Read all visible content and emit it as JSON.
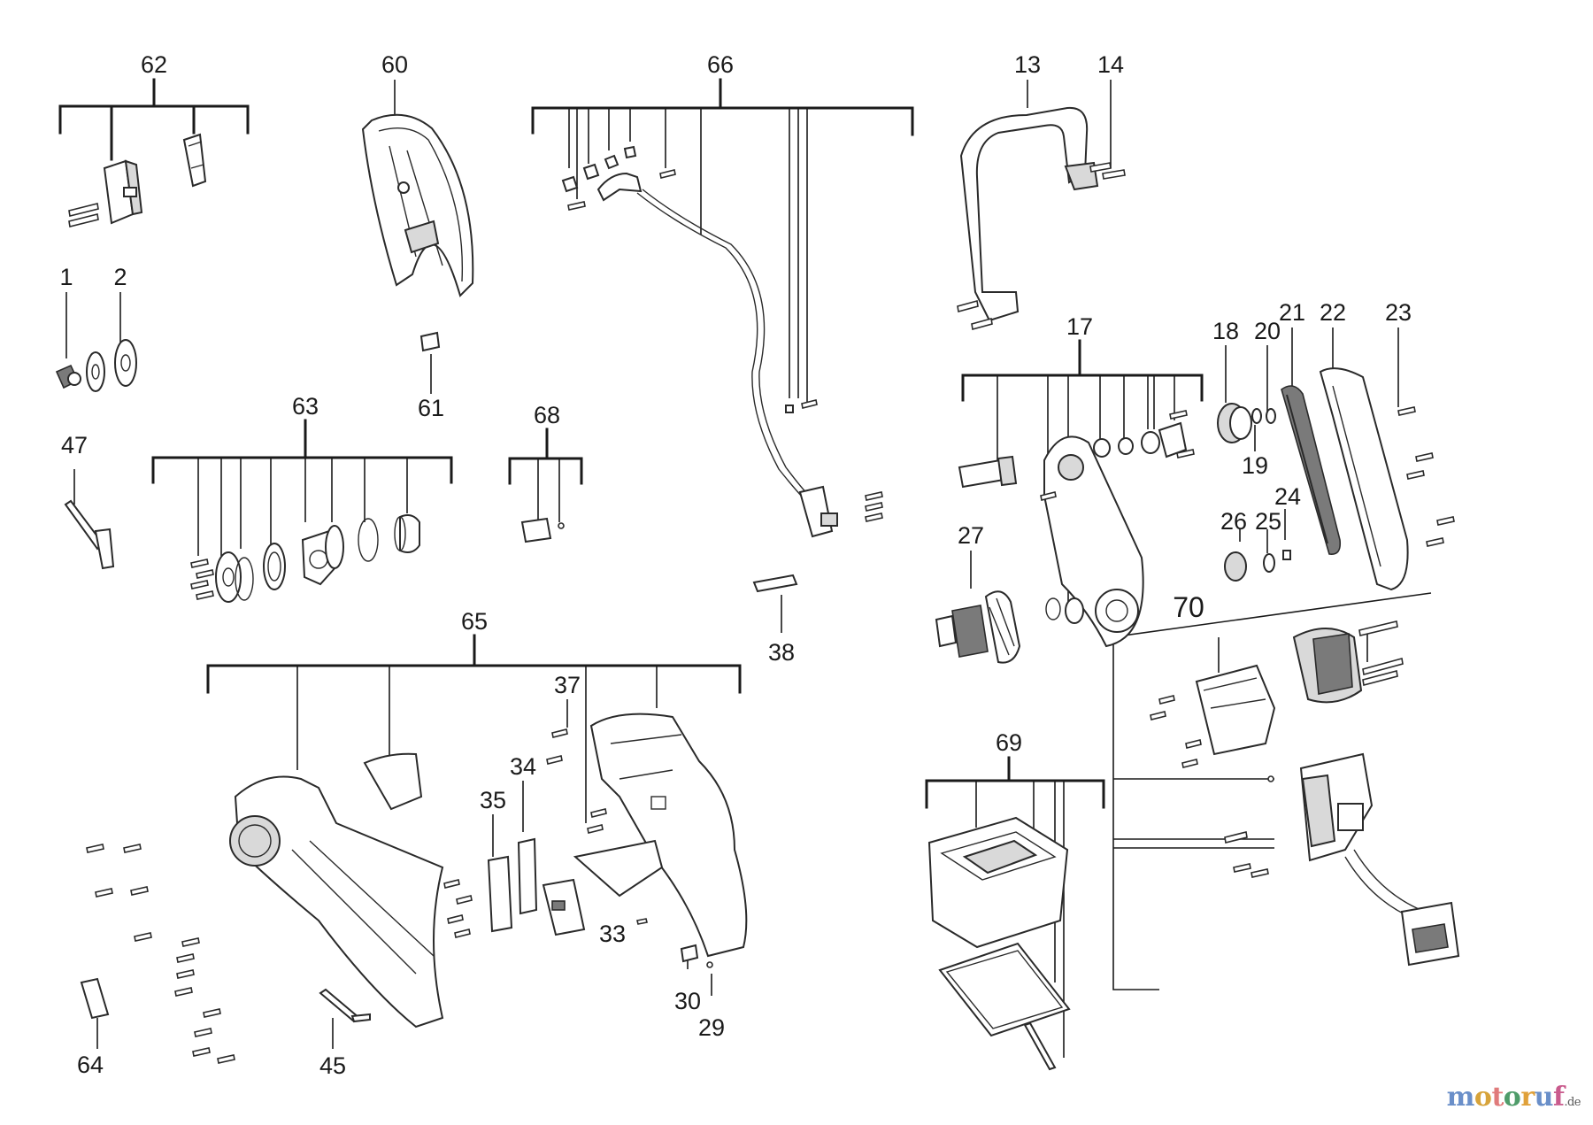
{
  "diagram": {
    "labels": {
      "p1": "1",
      "p2": "2",
      "p13": "13",
      "p14": "14",
      "p17": "17",
      "p18": "18",
      "p19": "19",
      "p20": "20",
      "p21": "21",
      "p22": "22",
      "p23": "23",
      "p24": "24",
      "p25": "25",
      "p26": "26",
      "p27": "27",
      "p29": "29",
      "p30": "30",
      "p33": "33",
      "p34": "34",
      "p35": "35",
      "p37": "37",
      "p38": "38",
      "p45": "45",
      "p47": "47",
      "p60": "60",
      "p61": "61",
      "p62": "62",
      "p63": "63",
      "p64": "64",
      "p65": "65",
      "p66": "66",
      "p68": "68",
      "p69": "69",
      "p70": "70"
    }
  },
  "watermark": {
    "letters": [
      "m",
      "o",
      "t",
      "o",
      "r",
      "u",
      "f"
    ],
    "letter_colors": [
      "#6a8fc9",
      "#d7a33a",
      "#e07b7b",
      "#4f9c6a",
      "#e0a13a",
      "#6a8fc9",
      "#c95b8d"
    ],
    "suffix": ".de"
  }
}
